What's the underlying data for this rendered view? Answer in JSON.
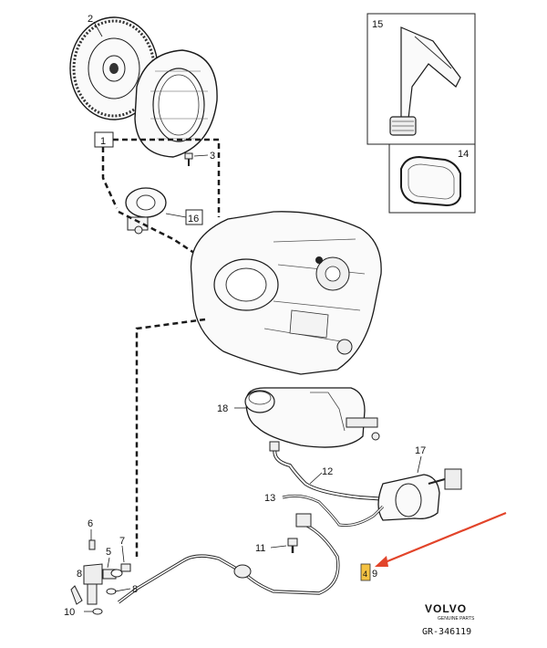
{
  "callouts": {
    "c1": "1",
    "c2": "2",
    "c3": "3",
    "c4": "4",
    "c5": "5",
    "c6": "6",
    "c7": "7",
    "c8a": "8",
    "c8b": "8",
    "c9": "9",
    "c10": "10",
    "c11": "11",
    "c12": "12",
    "c13": "13",
    "c14": "14",
    "c15": "15",
    "c16": "16",
    "c17": "17",
    "c18": "18"
  },
  "footer": {
    "brand": "VOLVO",
    "brand_sub": "GENUINE PARTS",
    "reference": "GR-346119"
  },
  "colors": {
    "annotation_arrow": "#e2442a",
    "highlight": "#f4c242"
  }
}
